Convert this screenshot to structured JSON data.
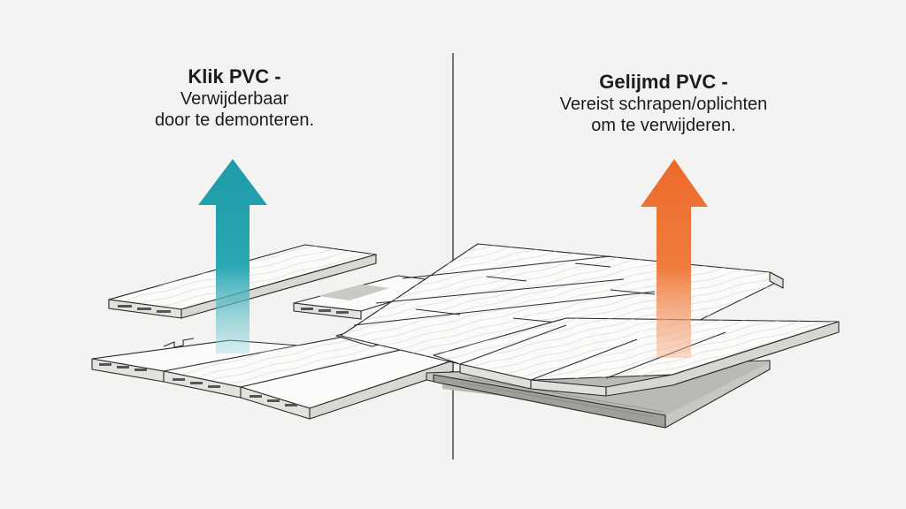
{
  "left_panel": {
    "title": "Klik PVC -",
    "description": "Verwijderbaar\ndoor te demonteren.",
    "arrow_color": "#1f9aa8",
    "arrow_icon": "arrow-up-icon"
  },
  "right_panel": {
    "title": "Gelijmd PVC -",
    "description": "Vereist schrapen/oplichten\nom te verwijderen.",
    "arrow_color": "#ec6a2a",
    "arrow_icon": "arrow-up-icon"
  },
  "colors": {
    "background": "#f3f3f1",
    "plank_top": "#fbfbfa",
    "plank_edge": "#d9d9d6",
    "outline": "#2a2a2a",
    "divider": "#3a3a3a"
  }
}
